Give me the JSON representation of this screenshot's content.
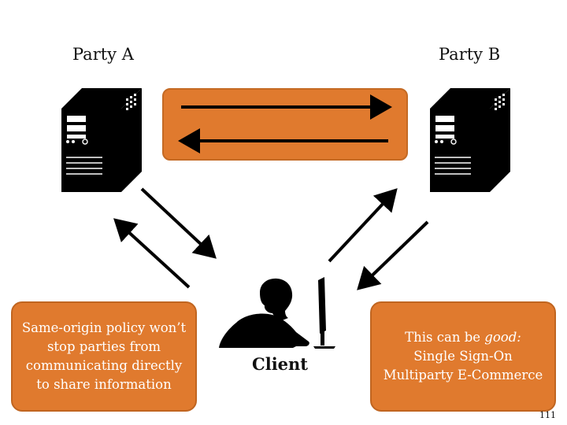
{
  "parties": {
    "a_label": "Party A",
    "b_label": "Party B",
    "client_label": "Client"
  },
  "notes": {
    "left": "Same-origin policy won’t stop parties from communicating directly to share information",
    "right_prefix": "This can be ",
    "right_emph": "good:",
    "right_line2": "Single Sign-On",
    "right_line3": "Multiparty E-Commerce"
  },
  "page_number": "111",
  "colors": {
    "accent": "#e07a2e",
    "arrow": "#000000",
    "text_on_accent": "#ffffff"
  },
  "icons": [
    "server-tower-icon",
    "person-at-computer-icon"
  ]
}
